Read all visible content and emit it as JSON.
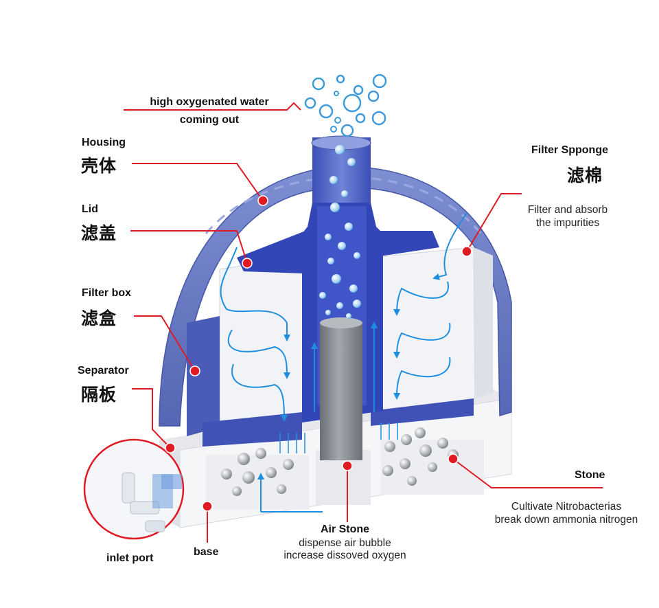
{
  "labels": {
    "output_line1": "high oxygenated water",
    "output_line2": "coming out",
    "housing_en": "Housing",
    "housing_zh": "壳体",
    "lid_en": "Lid",
    "lid_zh": "滤盖",
    "filter_box_en": "Filter box",
    "filter_box_zh": "滤盒",
    "separator_en": "Separator",
    "separator_zh": "隔板",
    "sponge_en": "Filter Spponge",
    "sponge_zh": "滤棉",
    "sponge_desc_line1": "Filter and absorb",
    "sponge_desc_line2": "the impurities",
    "stone_en": "Stone",
    "stone_desc_line1": "Cultivate Nitrobacterias",
    "stone_desc_line2": "break down ammonia nitrogen",
    "air_stone_en": "Air Stone",
    "air_stone_desc_line1": "dispense air bubble",
    "air_stone_desc_line2": "increase dissoved oxygen",
    "inlet_port": "inlet port",
    "base": "base"
  },
  "colors": {
    "housing": "#6f7fc4",
    "tube": "#4f5fc0",
    "lid": "#3346b8",
    "water_flow": "#1e8fe0",
    "pointer": "#e01a22",
    "filter_box": "#f1f3f6",
    "air_stone": "#8a8f96"
  }
}
